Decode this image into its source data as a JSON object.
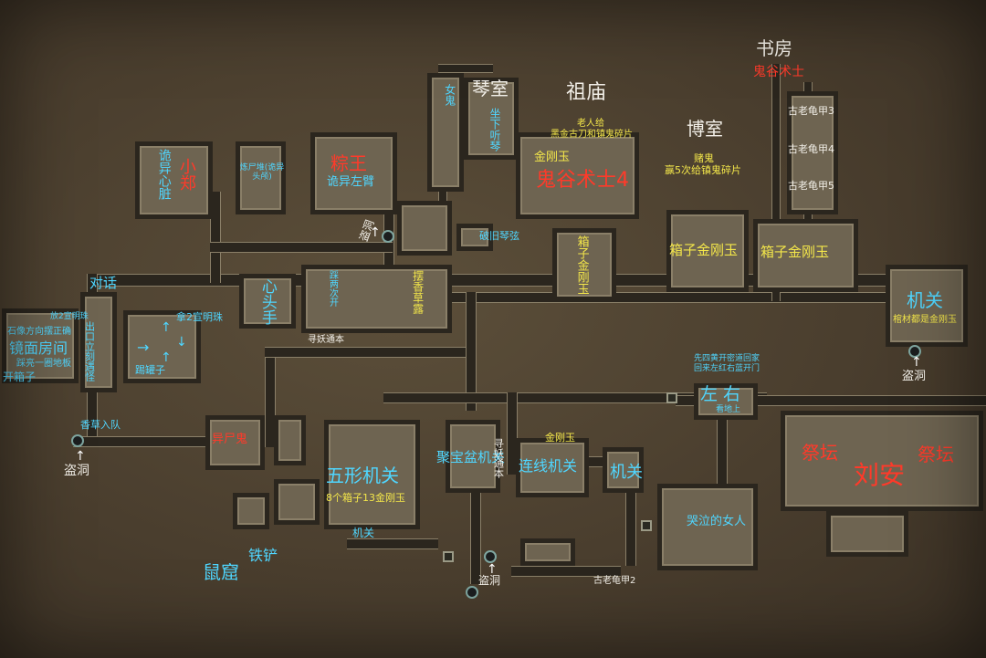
{
  "labels": {
    "shufang": "书房",
    "guiguA": "鬼谷术士",
    "guijia3": "古老龟甲3",
    "guijia4": "古老龟甲4",
    "guijia5": "古老龟甲5",
    "zumiao": "祖庙",
    "laoren": "老人给",
    "heijin": "黑金古刀和镇鬼碎片",
    "jingangyu_a": "金刚玉",
    "guigu4": "鬼谷术士4",
    "qinshi": "琴室",
    "nvgui": "女鬼",
    "zuoxia": "坐下听琴",
    "boshi": "博室",
    "dugui": "赌鬼",
    "ying5": "赢5次给镇鬼碎片",
    "xiangzi1": "箱子金刚玉",
    "xiangzi2": "箱子金刚玉",
    "xiangzi_v": "箱子金刚玉",
    "posuiqin": "破旧琴弦",
    "jiguan_r": "机关",
    "jiguan_r_sub": "棺材都是金刚玉",
    "daodong_r": "盗洞",
    "zongwang": "粽王",
    "guiyi_zuobi": "诡异左臂",
    "daodong_t": "盗洞",
    "lianshi": "炼尸堆(诡异头颅)",
    "guiyi_xin": "诡异心脏",
    "xiaozheng": "小郑",
    "xintoushou": "心头手",
    "cailiang": "踩两次开",
    "baixiang": "摆香草露",
    "duihua": "对话",
    "na2a": "拿2宣明珠",
    "fang2": "放2宣明珠",
    "jingxiang": "石像方向摆正确",
    "jingmian": "镜面房间",
    "caiqi": "踩亮一圈地板",
    "kaixiangzi": "开箱子",
    "chuli": "出口立刻遇怪",
    "tiguanzi": "踢罐子",
    "xunyao1": "寻妖通本",
    "xiangcao": "香草入队",
    "daodong_l": "盗洞",
    "yishigui": "异尸鬼",
    "wuxing": "五形机关",
    "wuxing_sub": "8个箱子13金刚玉",
    "jiguan_b": "机关",
    "tiechan": "铁铲",
    "shuku": "鼠窟",
    "jubaopen": "聚宝盆机关",
    "xunyao2": "寻妖通本",
    "daodong_b": "盗洞",
    "jingangyu_b": "金刚玉",
    "lianxian": "连线机关",
    "jiguan_m": "机关",
    "guijia2": "古老龟甲2",
    "kuqi": "哭泣的女人",
    "xiansi": "先四黄开密道回家",
    "huilai": "回来左红右蓝开门",
    "zuoyou": "左 右",
    "kandi": "看地上",
    "jitan1": "祭坛",
    "jitan2": "祭坛",
    "liuan": "刘安"
  },
  "colors": {
    "label_cyan": "#4fd6ff",
    "label_red": "#ff3a2a",
    "label_yellow": "#f3e64a",
    "label_white": "#f2efe8",
    "floor": "#6e6451",
    "wall": "#2b261e"
  }
}
